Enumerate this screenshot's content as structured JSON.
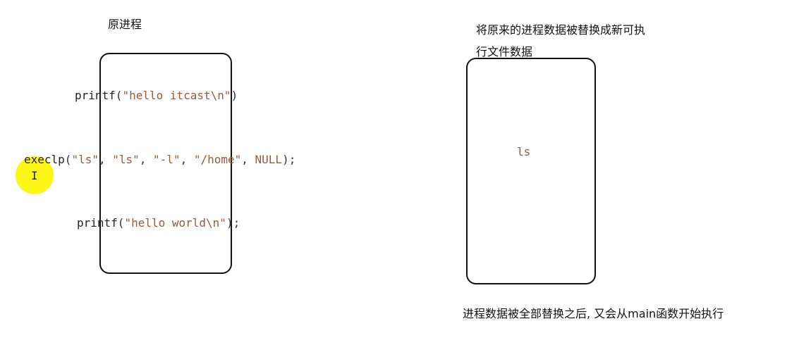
{
  "left": {
    "title": "原进程",
    "line1": {
      "fn": "printf",
      "open": "(",
      "str": "\"hello itcast\\n\"",
      "close": ")"
    },
    "line2": {
      "fn": "execlp",
      "open": "(",
      "a1": "\"ls\"",
      "sep1": ", ",
      "a2": "\"ls\"",
      "sep2": ", ",
      "a3": "\"-l\"",
      "sep3": ", ",
      "a4": "\"/home\"",
      "sep4": ", ",
      "a5": "NULL",
      "close": ");"
    },
    "line3": {
      "fn": "printf",
      "open": "(",
      "str": "\"hello world\\n\"",
      "close": ");"
    }
  },
  "right": {
    "caption_line1": "将原来的进程数据被替换成新可执",
    "caption_line2": "行文件数据",
    "box_text": "ls",
    "bottom_note": "进程数据被全部替换之后, 又会从main函数开始执行"
  },
  "cursor": {
    "glyph": "I"
  },
  "colors": {
    "string": "#9a5a3a",
    "highlight": "#fff500",
    "stroke": "#111111"
  }
}
